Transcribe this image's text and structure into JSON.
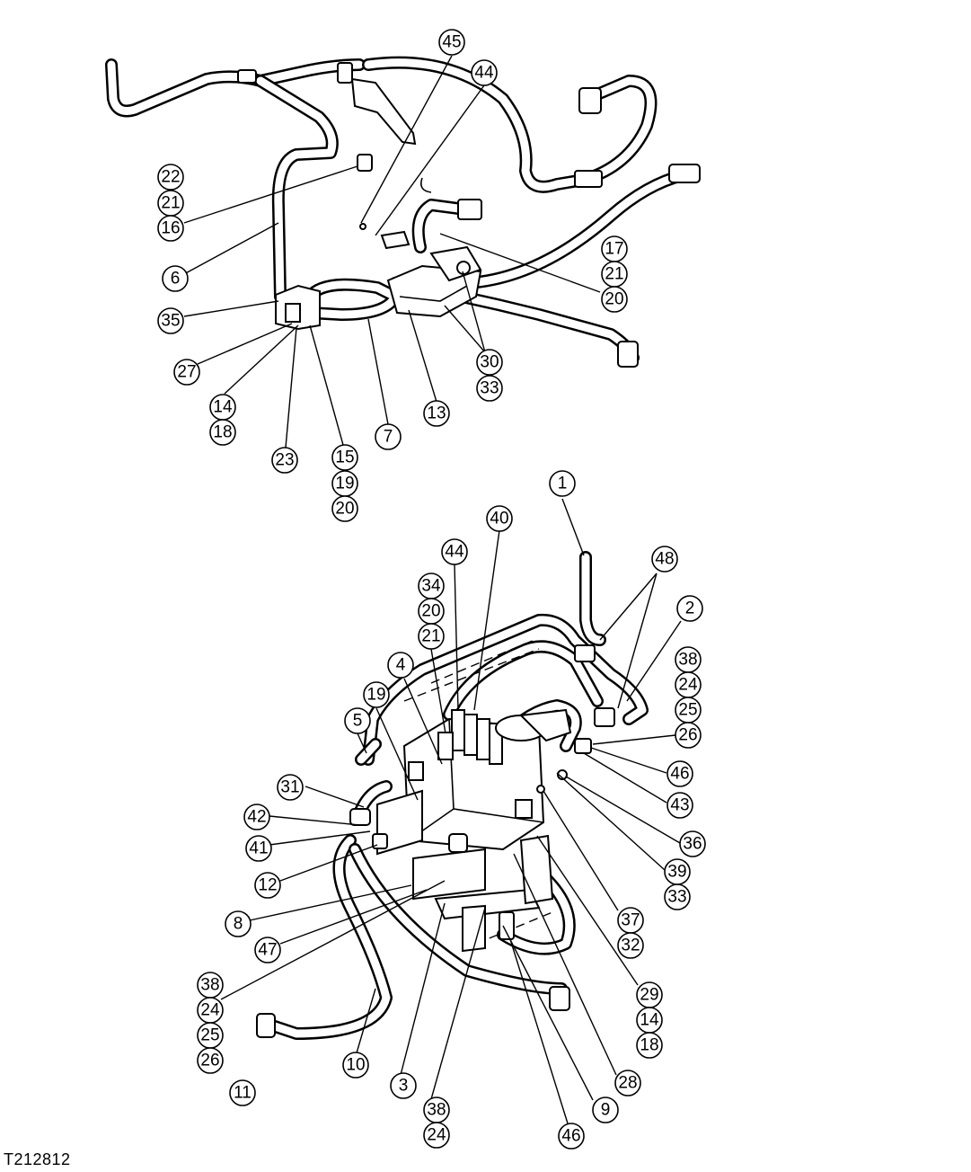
{
  "figure_id": "T212812",
  "callouts": {
    "top": [
      "45",
      "44",
      "22",
      "21",
      "16",
      "6",
      "35",
      "27",
      "14",
      "18",
      "23",
      "15",
      "19",
      "20",
      "7",
      "13",
      "30",
      "33",
      "17",
      "21",
      "20"
    ],
    "bottom": [
      "1",
      "40",
      "44",
      "34",
      "20",
      "21",
      "48",
      "2",
      "38",
      "24",
      "25",
      "26",
      "46",
      "43",
      "36",
      "39",
      "33",
      "37",
      "32",
      "29",
      "14",
      "18",
      "28",
      "9",
      "46",
      "38",
      "24",
      "3",
      "10",
      "11",
      "38",
      "24",
      "25",
      "26",
      "47",
      "8",
      "12",
      "41",
      "42",
      "31",
      "5",
      "19",
      "4"
    ]
  }
}
